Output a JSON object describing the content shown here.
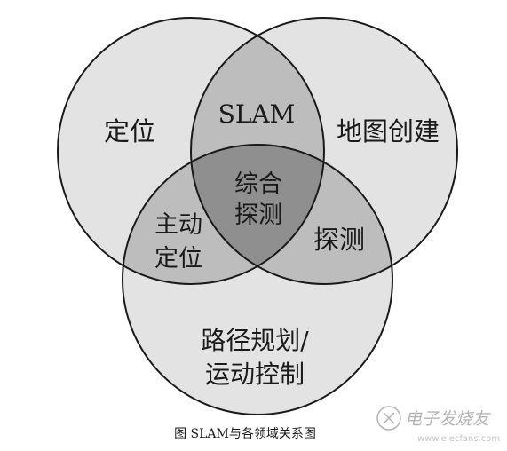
{
  "diagram": {
    "labels": {
      "localization": "定位",
      "slam": "SLAM",
      "mapping": "地图创建",
      "integrated_line1": "综合",
      "integrated_line2": "探测",
      "exploration": "探测",
      "active_localization_line1": "主动",
      "active_localization_line2": "定位",
      "path_planning_line1": "路径规划/",
      "path_planning_line2": "运动控制"
    },
    "caption": "图 SLAM与各领域关系图"
  },
  "watermark": {
    "brand": "电子发烧友",
    "url": "www.elecfans.com"
  },
  "colors": {
    "single_region": "#e3e3e3",
    "double_overlap": "#bdbdbd",
    "triple_overlap": "#8f8f8f",
    "outline": "#1a1a1a",
    "background": "#ffffff"
  }
}
